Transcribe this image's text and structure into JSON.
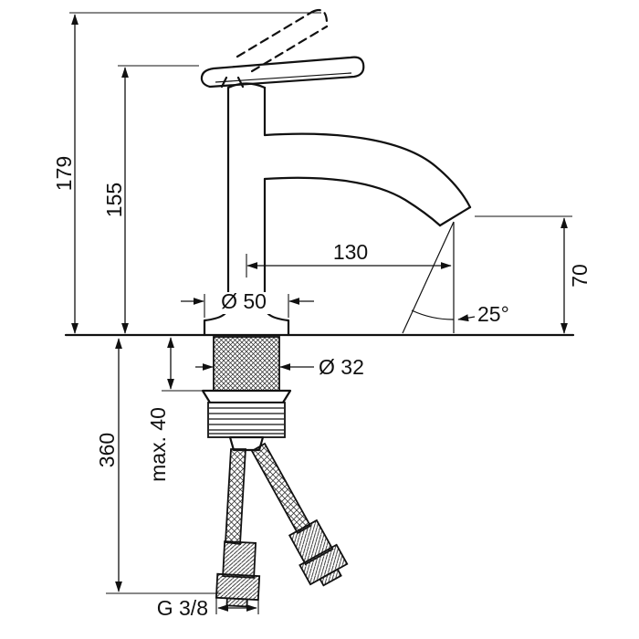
{
  "diagram": {
    "ink_color": "#111111",
    "background_color": "#ffffff",
    "dimensions": {
      "total_height": "179",
      "handle_height": "155",
      "spout_reach": "130",
      "base_diameter": "Ø 50",
      "shank_diameter": "Ø 32",
      "spray_angle": "25°",
      "outlet_height": "70",
      "hose_length": "360",
      "max_counter_thickness": "max. 40",
      "connection_thread": "G 3/8"
    }
  }
}
